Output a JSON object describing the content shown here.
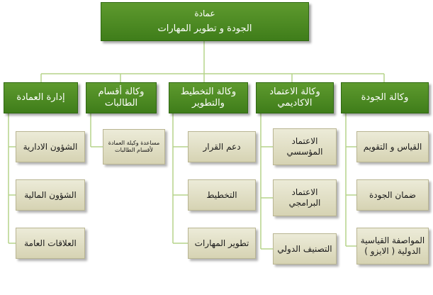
{
  "top": {
    "title_line1": "عمادة",
    "title_line2": "الجودة و تطوير المهارات"
  },
  "departments": [
    {
      "label": "وكالة الجودة",
      "units": [
        "القياس و التقويم",
        "ضمان الجودة",
        "المواصفة القياسية الدولية ( الايزو )"
      ]
    },
    {
      "label": "وكالة الاعتماد الاكاديمي",
      "units": [
        "الاعتماد المؤسسي",
        "الاعتماد البرامجي",
        "التصنيف الدولي"
      ]
    },
    {
      "label": "وكالة التخطيط والتطوير",
      "units": [
        "دعم القرار",
        "التخطيط",
        "تطوير المهارات"
      ]
    },
    {
      "label": "وكالة أقسام الطالبات",
      "units": [
        "مساعدة وكيلة العمادة لأقسام الطالبات"
      ]
    },
    {
      "label": "إدارة العمادة",
      "units": [
        "الشؤون الادارية",
        "الشؤون المالية",
        "العلاقات العامة"
      ]
    }
  ],
  "colors": {
    "header_fill": "#4a8a24",
    "unit_fill": "#e2e0c6",
    "connector": "#8fbf4a"
  }
}
